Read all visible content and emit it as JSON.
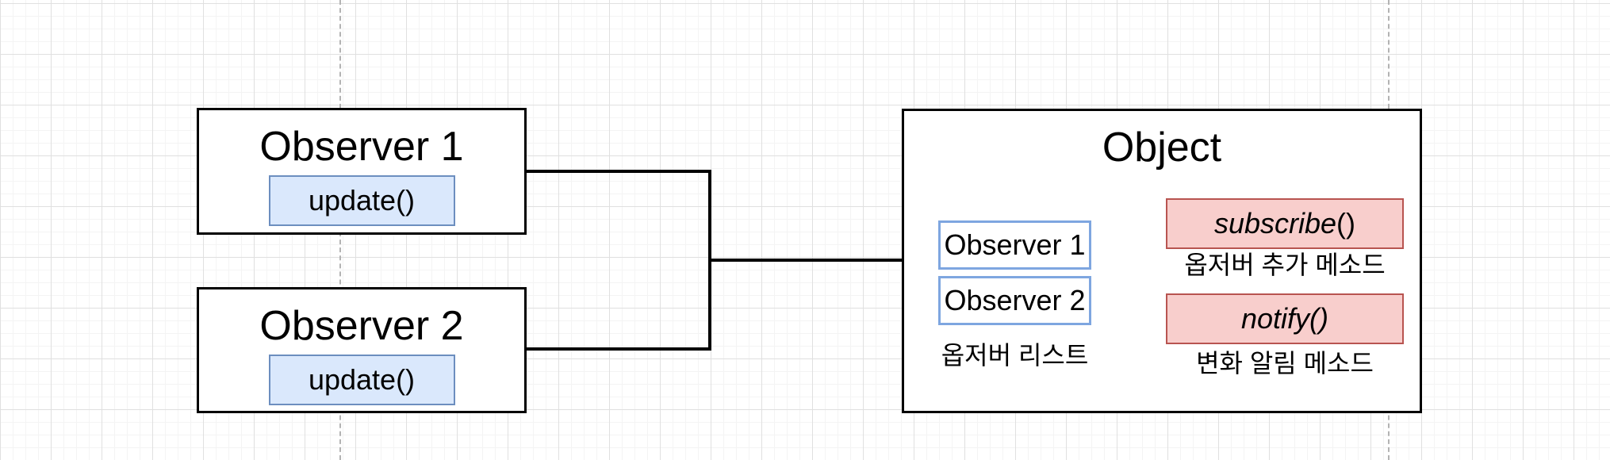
{
  "colors": {
    "canvas_bg": "#ffffff",
    "grid_minor": "#f4f4f4",
    "grid_major": "#e0e0e0",
    "guide_dash": "#b3b3b3",
    "shape_stroke": "#000000",
    "connector": "#000000",
    "blue_fill": "#dae8fc",
    "blue_stroke": "#6c8ebf",
    "list_item_stroke": "#7ea6e0",
    "pink_fill": "#f8cecc",
    "pink_stroke": "#b85450"
  },
  "observer1": {
    "title": "Observer 1",
    "method": "update()"
  },
  "observer2": {
    "title": "Observer 2",
    "method": "update()"
  },
  "object": {
    "title": "Object",
    "list_items": [
      "Observer 1",
      "Observer 2"
    ],
    "list_label": "옵저버 리스트",
    "subscribe_name": "subscribe",
    "subscribe_parens": "()",
    "subscribe_label": "옵저버 추가 메소드",
    "notify_method": "notify()",
    "notify_label": "변화 알림 메소드"
  }
}
